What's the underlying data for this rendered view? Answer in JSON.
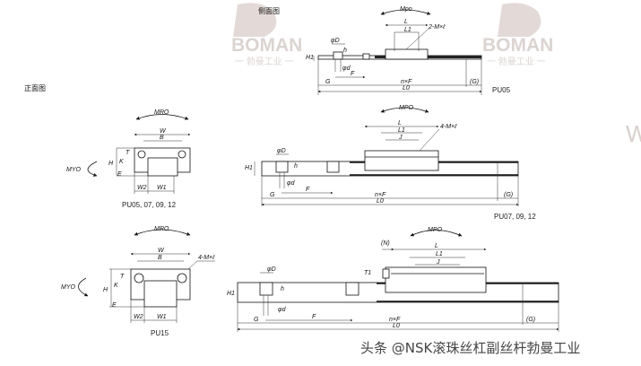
{
  "watermark": {
    "brand": "BOMAN",
    "brand_cn": "一 勃曼工业 一",
    "side_letter": "W"
  },
  "views": {
    "side_view_title": "侧面图",
    "front_view_title": "正面图"
  },
  "top_side_view": {
    "labels": {
      "moment": "Mpo",
      "L": "L",
      "L1": "L1",
      "screw": "2-M×ℓ",
      "phiD": "φD",
      "h": "h",
      "H1": "H1",
      "phid": "φd",
      "F": "F",
      "G": "G",
      "nF": "n×F",
      "G_paren": "(G)",
      "L0": "L0"
    },
    "caption": "PU05"
  },
  "front_view_1": {
    "labels": {
      "moment_r": "MRO",
      "W": "W",
      "B": "B",
      "T": "T",
      "K": "K",
      "H": "H",
      "E": "E",
      "moment_y": "MYO",
      "W2": "W2",
      "W1": "W1"
    },
    "caption": "PU05, 07, 09, 12"
  },
  "side_view_2": {
    "labels": {
      "moment": "MPO",
      "L": "L",
      "L1": "L1",
      "J": "J",
      "screw": "4-M×ℓ",
      "phiD": "φD",
      "h": "h",
      "H1": "H1",
      "phid": "φd",
      "F": "F",
      "G": "G",
      "nF": "n×F",
      "G_paren": "(G)",
      "L0": "L0"
    },
    "caption": "PU07, 09, 12"
  },
  "front_view_2": {
    "labels": {
      "moment_r": "MRO",
      "W": "W",
      "B": "B",
      "screw": "4-M×ℓ",
      "T": "T",
      "K": "K",
      "H": "H",
      "E": "E",
      "moment_y": "MYO",
      "W2": "W2",
      "W1": "W1"
    },
    "caption": "PU15"
  },
  "side_view_3": {
    "labels": {
      "moment": "MPO",
      "N": "(N)",
      "L": "L",
      "L1": "L1",
      "J": "J",
      "T1": "T1",
      "phiD": "φD",
      "h": "h",
      "H1": "H1",
      "phid": "φd",
      "F": "F",
      "G": "G",
      "nF": "n×F",
      "G_paren": "(G)",
      "L0": "L0"
    }
  },
  "footer": {
    "source": "头条 @NSK滚珠丝杠副丝杆勃曼工业"
  }
}
